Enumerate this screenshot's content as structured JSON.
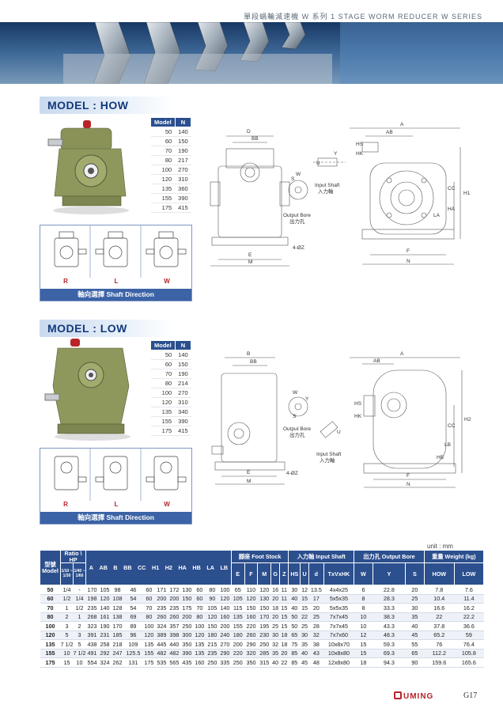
{
  "header": {
    "title": "單段蝸輪減速機 W 系列 1 STAGE WORM REDUCER W SERIES"
  },
  "colors": {
    "navy": "#123a7a",
    "table_header": "#2c4f8e",
    "accent_red": "#b8242a",
    "gear_green": "#8a9258"
  },
  "sections": [
    {
      "title": "MODEL : HOW",
      "table_head": [
        "Model",
        "N"
      ],
      "rows": [
        [
          "50",
          "140"
        ],
        [
          "60",
          "150"
        ],
        [
          "70",
          "190"
        ],
        [
          "80",
          "217"
        ],
        [
          "100",
          "270"
        ],
        [
          "120",
          "310"
        ],
        [
          "135",
          "360"
        ],
        [
          "155",
          "390"
        ],
        [
          "175",
          "415"
        ]
      ],
      "direction_labels": [
        "R",
        "L",
        "W"
      ],
      "direction_caption": "軸向選擇 Shaft Direction",
      "drawing": {
        "dims_top": [
          "D",
          "BB",
          "A",
          "AB"
        ],
        "hs": "HS",
        "hk": "HK",
        "input_shaft": "Input Shaft",
        "input_shaft_cn": "入力軸",
        "output_bore": "Output Bore",
        "output_bore_cn": "出力孔",
        "bottom_left": [
          "E",
          "M"
        ],
        "bottom_right": [
          "F",
          "N"
        ],
        "hole": "4-ØZ",
        "side": [
          "H1",
          "CC",
          "LA",
          "HA"
        ],
        "shaft_letters": [
          "U",
          "Y",
          "S",
          "W"
        ]
      }
    },
    {
      "title": "MODEL : LOW",
      "table_head": [
        "Model",
        "N"
      ],
      "rows": [
        [
          "50",
          "140"
        ],
        [
          "60",
          "150"
        ],
        [
          "70",
          "190"
        ],
        [
          "80",
          "214"
        ],
        [
          "100",
          "270"
        ],
        [
          "120",
          "310"
        ],
        [
          "135",
          "340"
        ],
        [
          "155",
          "390"
        ],
        [
          "175",
          "415"
        ]
      ],
      "direction_labels": [
        "R",
        "L",
        "W"
      ],
      "direction_caption": "軸向選擇 Shaft Direction",
      "drawing": {
        "dims_top": [
          "B",
          "BB",
          "A",
          "AB"
        ],
        "hs": "HS",
        "hk": "HK",
        "input_shaft": "Input Shaft",
        "input_shaft_cn": "入力軸",
        "output_bore": "Output Bore",
        "output_bore_cn": "出力孔",
        "bottom_left": [
          "E",
          "M"
        ],
        "bottom_right": [
          "F",
          "N"
        ],
        "hole": "4-ØZ",
        "side": [
          "H2",
          "CC",
          "LB",
          "HB"
        ],
        "shaft_letters": [
          "W",
          "Y",
          "S",
          "U"
        ]
      }
    }
  ],
  "spec": {
    "unit": "unit : mm",
    "head": {
      "model": "型號 Model",
      "ratio_hp": "Ratio \\ HP",
      "ratio_1": "1/10 ~ 1/30",
      "ratio_2": "1/40 ~ 1/60",
      "cols_a": [
        "A",
        "AB",
        "B",
        "BB",
        "CC",
        "H1",
        "H2",
        "HA",
        "HB",
        "LA",
        "LB"
      ],
      "foot": "腳座 Foot Stock",
      "foot_cols": [
        "E",
        "F",
        "M",
        "G",
        "Z"
      ],
      "input": "入力軸 Input Shaft",
      "input_cols": [
        "HS",
        "U",
        "d",
        "TxVxHK"
      ],
      "output": "出力孔 Output Bore",
      "output_cols": [
        "W",
        "Y",
        "S"
      ],
      "weight": "重量 Weight (kg)",
      "weight_cols": [
        "HOW",
        "LOW"
      ]
    },
    "rows": [
      [
        "50",
        "1/4",
        "-",
        "170",
        "105",
        "98",
        "46",
        "60",
        "171",
        "172",
        "130",
        "60",
        "80",
        "100",
        "65",
        "110",
        "120",
        "16",
        "11",
        "30",
        "12",
        "13.5",
        "4x4x25",
        "6",
        "22.8",
        "20",
        "7.8",
        "7.6"
      ],
      [
        "60",
        "1/2",
        "1/4",
        "198",
        "120",
        "108",
        "54",
        "60",
        "200",
        "200",
        "150",
        "60",
        "90",
        "120",
        "105",
        "120",
        "130",
        "20",
        "11",
        "40",
        "15",
        "17",
        "5x5x35",
        "8",
        "28.3",
        "25",
        "10.4",
        "11.4"
      ],
      [
        "70",
        "1",
        "1/2",
        "235",
        "140",
        "128",
        "54",
        "70",
        "235",
        "235",
        "175",
        "70",
        "105",
        "140",
        "115",
        "150",
        "150",
        "18",
        "15",
        "40",
        "15",
        "20",
        "5x5x35",
        "8",
        "33.3",
        "30",
        "16.6",
        "16.2"
      ],
      [
        "80",
        "2",
        "1",
        "268",
        "161",
        "138",
        "69",
        "80",
        "260",
        "260",
        "200",
        "80",
        "120",
        "160",
        "135",
        "160",
        "170",
        "20",
        "15",
        "50",
        "22",
        "25",
        "7x7x45",
        "10",
        "38.3",
        "35",
        "22",
        "22.2"
      ],
      [
        "100",
        "3",
        "2",
        "323",
        "190",
        "170",
        "89",
        "100",
        "324",
        "357",
        "250",
        "100",
        "150",
        "200",
        "155",
        "220",
        "195",
        "25",
        "15",
        "50",
        "25",
        "28",
        "7x7x45",
        "10",
        "43.3",
        "40",
        "37.8",
        "36.6"
      ],
      [
        "120",
        "5",
        "3",
        "391",
        "231",
        "185",
        "96",
        "120",
        "389",
        "398",
        "300",
        "120",
        "180",
        "240",
        "180",
        "260",
        "230",
        "30",
        "18",
        "65",
        "30",
        "32",
        "7x7x60",
        "12",
        "48.3",
        "45",
        "65.2",
        "59"
      ],
      [
        "135",
        "7 1/2",
        "5",
        "438",
        "258",
        "218",
        "109",
        "135",
        "445",
        "440",
        "350",
        "135",
        "215",
        "270",
        "200",
        "290",
        "250",
        "32",
        "18",
        "75",
        "35",
        "38",
        "10x8x70",
        "15",
        "59.3",
        "55",
        "76",
        "76.4"
      ],
      [
        "155",
        "10",
        "7 1/2",
        "491",
        "292",
        "247",
        "125.5",
        "155",
        "482",
        "482",
        "390",
        "135",
        "235",
        "290",
        "220",
        "320",
        "285",
        "35",
        "20",
        "85",
        "40",
        "43",
        "10x8x80",
        "15",
        "69.3",
        "65",
        "112.2",
        "105.8"
      ],
      [
        "175",
        "15",
        "10",
        "554",
        "324",
        "262",
        "131",
        "175",
        "535",
        "565",
        "435",
        "160",
        "250",
        "335",
        "250",
        "350",
        "315",
        "40",
        "22",
        "85",
        "45",
        "48",
        "12x8x80",
        "18",
        "94.3",
        "90",
        "159.6",
        "165.6"
      ]
    ]
  },
  "footer": {
    "logo": "UMING",
    "page": "G17"
  }
}
